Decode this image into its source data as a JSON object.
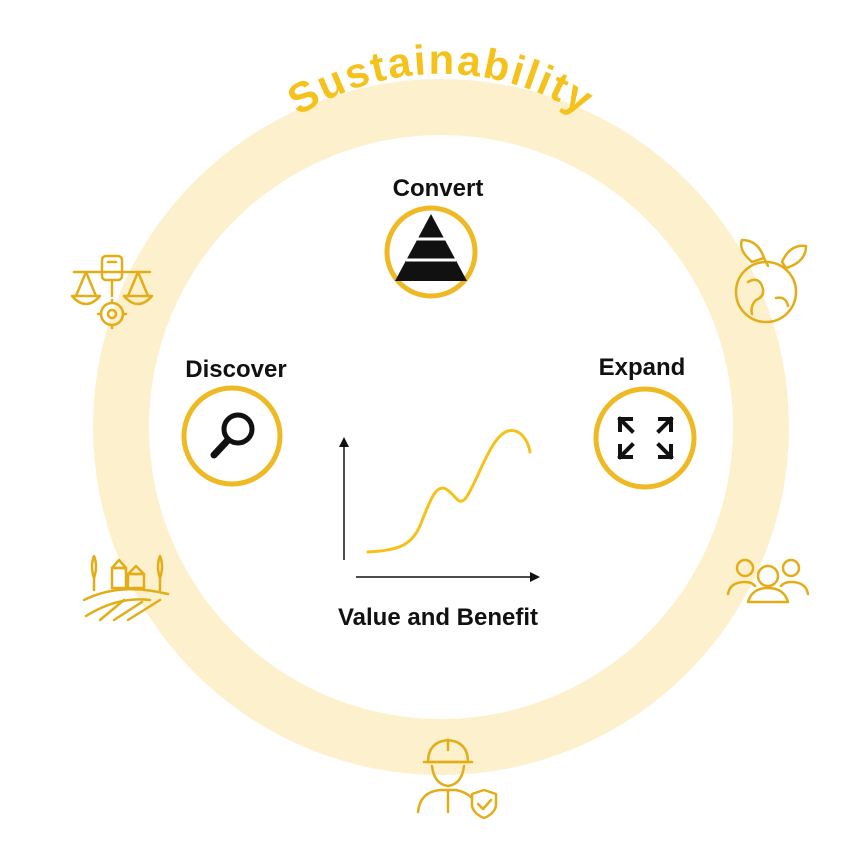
{
  "diagram": {
    "ring_title": "Sustainability",
    "stages": [
      {
        "label": "Convert",
        "icon": "pyramid-icon"
      },
      {
        "label": "Discover",
        "icon": "magnifier-icon"
      },
      {
        "label": "Expand",
        "icon": "expand-arrows-icon"
      }
    ],
    "chart_label": "Value and Benefit",
    "ring_icons": [
      "justice-scales-fist-gear-icon",
      "leaf-globe-icon",
      "farm-fields-icon",
      "community-people-icon",
      "worker-helmet-shield-icon"
    ]
  },
  "colors": {
    "ring": "#fdf0cd",
    "accent": "#f5c21b",
    "icon_outline": "#e3ad17",
    "badge_ring": "#efb924",
    "dark": "#111111"
  }
}
